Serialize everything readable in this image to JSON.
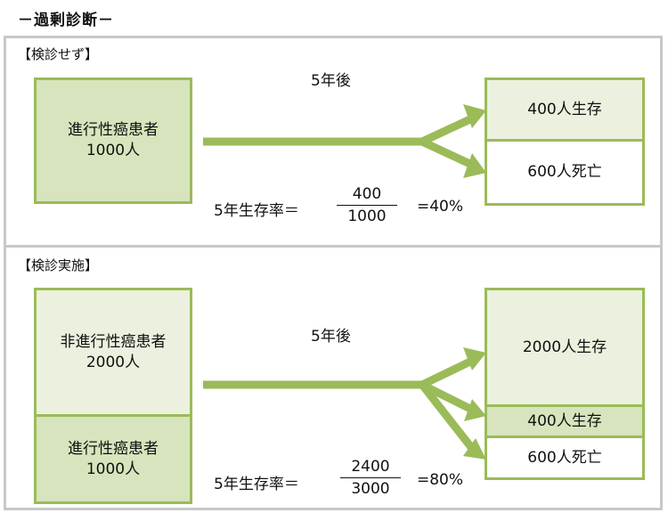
{
  "title": "－過剰診断－",
  "top": {
    "label": "【検診せず】",
    "left_box": {
      "line1": "進行性癌患者",
      "line2": "1000人"
    },
    "years": "5年後",
    "right_boxes": [
      {
        "text": "400人生存"
      },
      {
        "text": "600人死亡"
      }
    ],
    "rate_label": "5年生存率＝",
    "numerator": "400",
    "denominator": "1000",
    "result": "=40%"
  },
  "bottom": {
    "label": "【検診実施】",
    "left_box_top": {
      "line1": "非進行性癌患者",
      "line2": "2000人"
    },
    "left_box_bottom": {
      "line1": "進行性癌患者",
      "line2": "1000人"
    },
    "years": "5年後",
    "right_boxes": [
      {
        "text": "2000人生存"
      },
      {
        "text": "400人生存"
      },
      {
        "text": "600人死亡"
      }
    ],
    "rate_label": "5年生存率＝",
    "numerator": "2400",
    "denominator": "3000",
    "result": "=80%"
  },
  "colors": {
    "green": "#9bbb59",
    "dark_fill": "#d7e4bd",
    "light_fill": "#ebf1de",
    "border_gray": "#c8c8c8"
  }
}
